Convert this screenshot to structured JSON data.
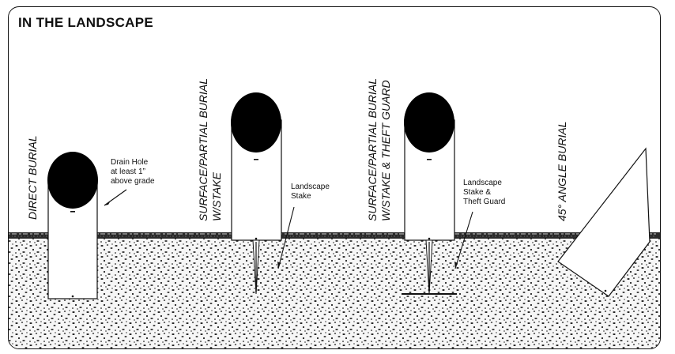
{
  "title": "IN THE LANDSCAPE",
  "methods": {
    "direct": "DIRECT BURIAL",
    "surface_stake_line1": "SURFACE/PARTIAL BURIAL",
    "surface_stake_line2": "W/STAKE",
    "surface_guard_line1": "SURFACE/PARTIAL BURIAL",
    "surface_guard_line2": "W/STAKE & THEFT GUARD",
    "angle": "45° ANGLE BURIAL"
  },
  "notes": {
    "drain_hole": "Drain Hole\nat least 1”\nabove grade",
    "landscape_stake": "Landscape\nStake",
    "stake_and_guard": "Landscape\nStake &\nTheft Guard"
  },
  "colors": {
    "line": "#111111",
    "soil_background": "#f6f6f6",
    "soil_speckle": "#222222"
  }
}
